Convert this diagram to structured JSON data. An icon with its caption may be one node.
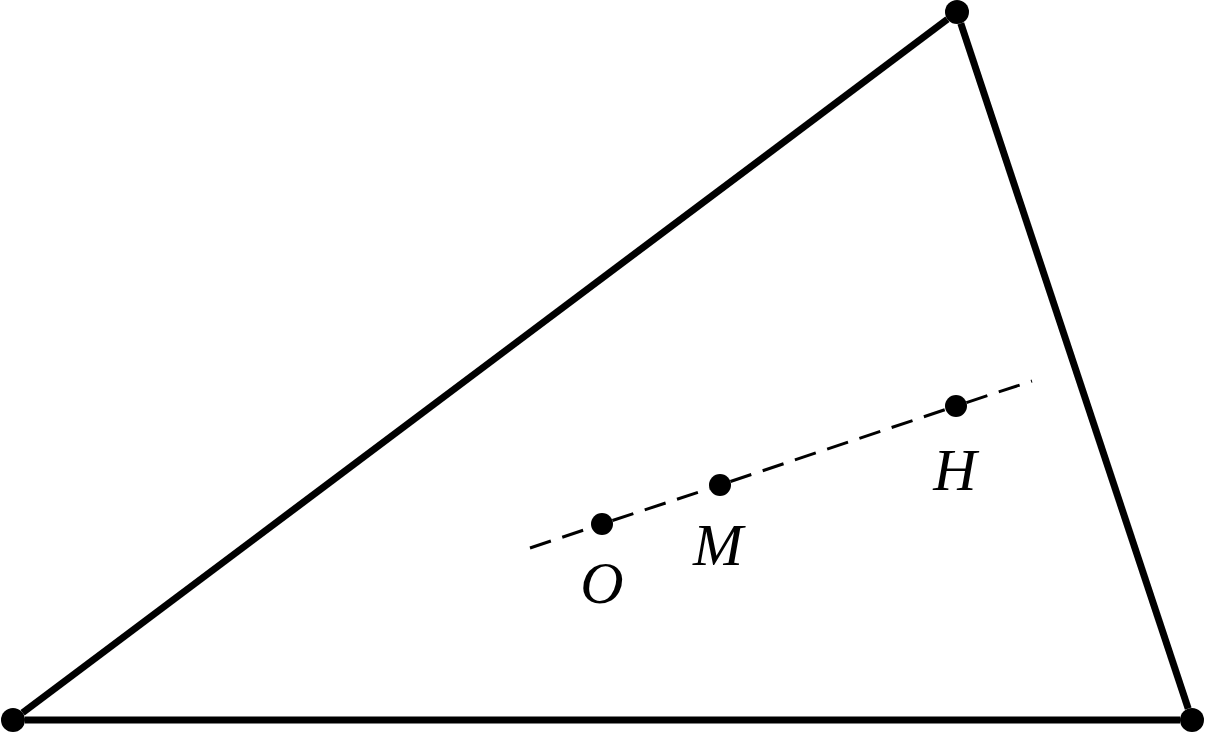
{
  "diagram": {
    "nodes": [
      {
        "text": [],
        "shape": "circle"
      },
      {
        "text": [],
        "shape": "circle"
      },
      {
        "text": [],
        "shape": "circle"
      },
      {
        "text": [],
        "shape": "circle",
        "beside": [
          "O"
        ]
      },
      {
        "text": [],
        "shape": "circle",
        "beside": [
          "M"
        ]
      },
      {
        "text": [],
        "shape": "circle",
        "beside": [
          "H"
        ]
      }
    ],
    "edges": [
      {
        "from": 0,
        "to": 1,
        "arrow": "none",
        "style": "thick"
      },
      {
        "from": 1,
        "to": 2,
        "arrow": "none",
        "style": "thick"
      },
      {
        "from": 2,
        "to": 0,
        "arrow": "none",
        "style": "thick"
      },
      {
        "from": null,
        "to": 3,
        "arrow": "none",
        "style": "dashed"
      },
      {
        "from": 3,
        "to": 4,
        "arrow": "none",
        "style": "dashed"
      },
      {
        "from": 4,
        "to": 5,
        "arrow": "none",
        "style": "dashed"
      },
      {
        "from": 5,
        "to": null,
        "arrow": "none",
        "style": "dashed"
      }
    ]
  }
}
